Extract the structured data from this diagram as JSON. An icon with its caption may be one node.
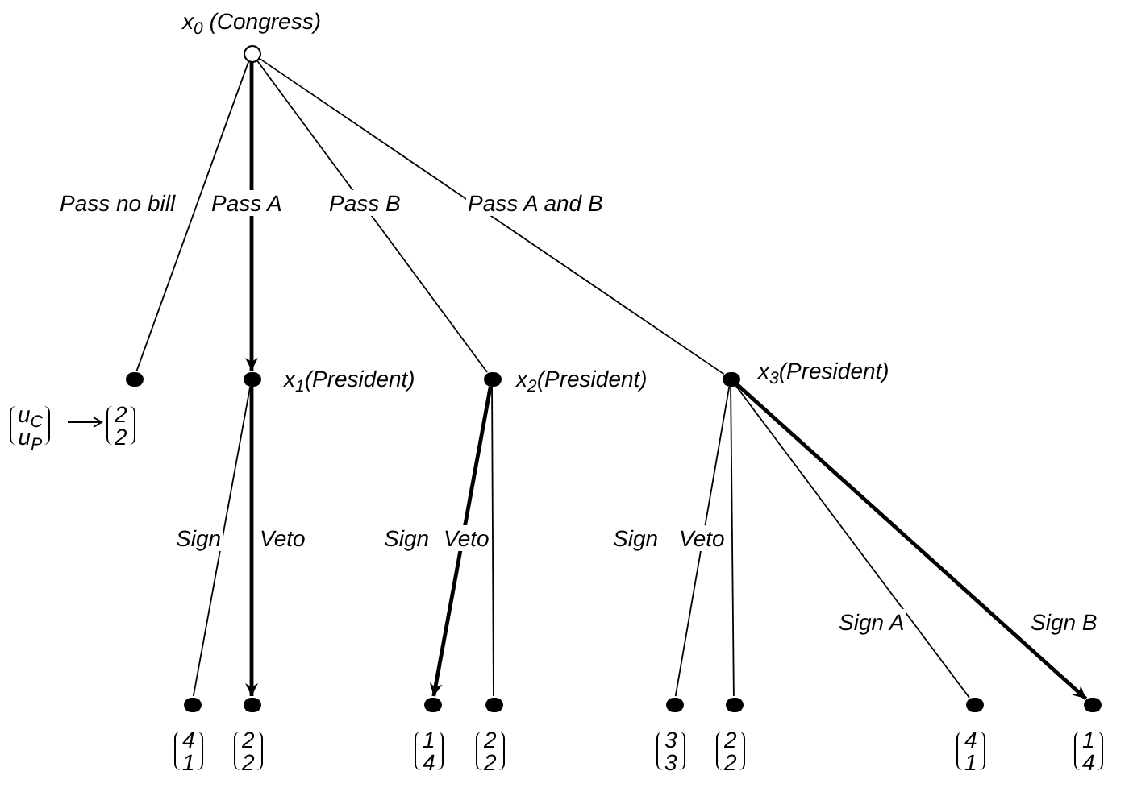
{
  "diagram": {
    "nodes": [
      {
        "text": [],
        "shape": "circle",
        "beside": [
          "x$_{0}$ (Congress)"
        ]
      },
      {
        "text": [],
        "shape": "dot",
        "beside": [
          "2",
          "2"
        ]
      },
      {
        "text": [],
        "shape": "dot",
        "beside": [
          "x$_{1}$(President)"
        ]
      },
      {
        "text": [],
        "shape": "dot",
        "beside": [
          "x$_{2}$(President)"
        ]
      },
      {
        "text": [],
        "shape": "dot",
        "beside": [
          "x$_{3}$(President)"
        ]
      },
      {
        "text": [],
        "shape": "dot",
        "beside": [
          "4",
          "1"
        ]
      },
      {
        "text": [],
        "shape": "dot",
        "beside": [
          "2",
          "2"
        ]
      },
      {
        "text": [],
        "shape": "dot",
        "beside": [
          "1",
          "4"
        ]
      },
      {
        "text": [],
        "shape": "dot",
        "beside": [
          "2",
          "2"
        ]
      },
      {
        "text": [],
        "shape": "dot",
        "beside": [
          "3",
          "3"
        ]
      },
      {
        "text": [],
        "shape": "dot",
        "beside": [
          "2",
          "2"
        ]
      },
      {
        "text": [],
        "shape": "dot",
        "beside": [
          "4",
          "1"
        ]
      },
      {
        "text": [],
        "shape": "dot",
        "beside": [
          "1",
          "4"
        ]
      }
    ],
    "edges": [
      {
        "from": 0,
        "to": 1,
        "arrow": "none",
        "label": "Pass no bill"
      },
      {
        "from": 0,
        "to": 2,
        "arrow": "to",
        "label": "Pass A",
        "style": "thick"
      },
      {
        "from": 0,
        "to": 3,
        "arrow": "none",
        "label": "Pass B"
      },
      {
        "from": 0,
        "to": 4,
        "arrow": "none",
        "label": "Pass A and B"
      },
      {
        "from": 2,
        "to": 5,
        "arrow": "none",
        "label": "Sign"
      },
      {
        "from": 2,
        "to": 6,
        "arrow": "to",
        "label": "Veto",
        "style": "thick"
      },
      {
        "from": 3,
        "to": 7,
        "arrow": "to",
        "label": "Sign",
        "style": "thick"
      },
      {
        "from": 3,
        "to": 8,
        "arrow": "none",
        "label": "Veto"
      },
      {
        "from": 4,
        "to": 9,
        "arrow": "none",
        "label": "Sign"
      },
      {
        "from": 4,
        "to": 10,
        "arrow": "none",
        "label": "Veto"
      },
      {
        "from": 4,
        "to": 11,
        "arrow": "none",
        "label": "Sign A"
      },
      {
        "from": 4,
        "to": 12,
        "arrow": "to",
        "label": "Sign B",
        "style": "thick"
      }
    ],
    "labels": [
      "u$_{C}$",
      "u$_{P}$"
    ]
  }
}
